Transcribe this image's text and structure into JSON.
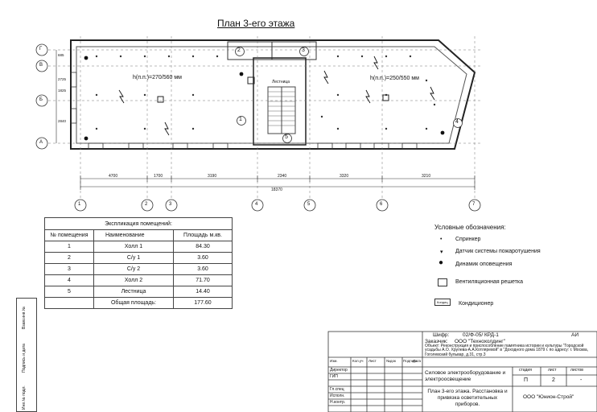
{
  "plan_title": "План 3-его этажа",
  "floor_labels": {
    "height_left": "h(п.п.)=270/560 мм",
    "height_right": "h(п.п.)=250/550 мм",
    "stair_label": "Лестница"
  },
  "room_markers": [
    "1",
    "2",
    "3",
    "4",
    "5"
  ],
  "dimensions": {
    "horizontal": [
      "4700",
      "1700",
      "3190",
      "2340",
      "3320",
      "3210"
    ],
    "total": "18370",
    "vertical": [
      "685",
      "2725",
      "1825",
      "2840"
    ]
  },
  "grid_axes": {
    "columns": [
      "1",
      "2",
      "3",
      "4",
      "5",
      "6",
      "7"
    ],
    "rows": [
      "Г",
      "В",
      "Б",
      "А"
    ]
  },
  "explication": {
    "caption": "Экспликация помещений:",
    "headers": [
      "№ помещения",
      "Наименование",
      "Площадь м.кв."
    ],
    "rows": [
      [
        "1",
        "Холл 1",
        "84.30"
      ],
      [
        "2",
        "С/у 1",
        "3.60"
      ],
      [
        "3",
        "С/у 2",
        "3.60"
      ],
      [
        "4",
        "Холл 2",
        "71.70"
      ],
      [
        "5",
        "Лестница",
        "14.40"
      ]
    ],
    "total_label": "Общая площадь:",
    "total_value": "177.60"
  },
  "legend": {
    "title": "Условные обозначения:",
    "items": [
      {
        "icon": "sprinkler-icon",
        "label": "Спринкер"
      },
      {
        "icon": "fire-sensor-icon",
        "label": "Датчик системы пожаротушения"
      },
      {
        "icon": "speaker-icon",
        "label": "Динамик оповещения"
      },
      {
        "icon": "vent-grille-icon",
        "label": "Вентиляционная решетка"
      },
      {
        "icon": "conditioner-icon",
        "label": "Кондиционер"
      }
    ],
    "conditioner_tag": "Кондиц"
  },
  "stamp": {
    "cipher_label": "Шифр:",
    "cipher_value": "02/Ф-05/ КРД-1",
    "cipher_right": "АИ",
    "client_label": "Заказчик:",
    "client_value": "ООО \"Технохолдинг\"",
    "object_text": "Объект: Реконструкция и приспособление памятника истории и культуры \"Городской усадьбы А.О. Хрулева-А.А.Котляревой\" в \"Доходного дома 1879 г. по адресу: г. Москва, Гоголевский бульвар, д.31, стр.3",
    "columns": [
      "Изм.",
      "Кол.уч",
      "Лист",
      "№док",
      "Подпись",
      "Дата"
    ],
    "roles": [
      "Директор",
      "ГИП",
      "",
      "",
      "Гл.спец",
      "Исполн.",
      "Н.контр."
    ],
    "section_title": "Силовое электрооборудование и электроосвещение",
    "stage_label": "стадия",
    "sheet_label": "лист",
    "sheets_label": "листов",
    "stage_value": "П",
    "sheet_value": "2",
    "sheets_value": "-",
    "drawing_title": "План 3-его этажа. Расстановка и привязка осветительных приборов.",
    "company": "ООО \"Юнион-Строй\""
  },
  "side_strip": [
    "Взам.инв.№",
    "Подпись и дата",
    "Инв.№ подл."
  ]
}
